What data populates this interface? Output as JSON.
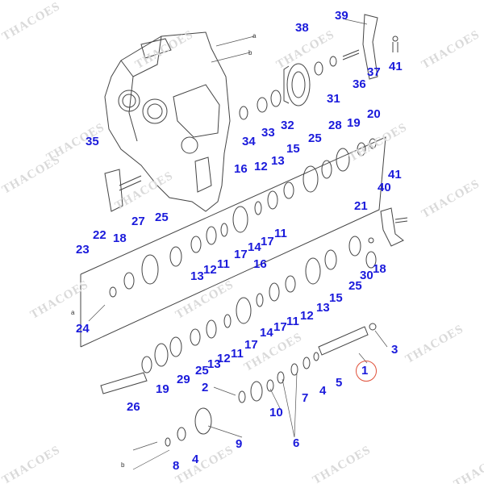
{
  "watermark": "THACOES",
  "highlight_color": "#e0513a",
  "callout_color": "#1a1adb",
  "highlighted_part": "1",
  "callouts": [
    {
      "id": "c39",
      "label": "39"
    },
    {
      "id": "c38",
      "label": "38"
    },
    {
      "id": "c37",
      "label": "37"
    },
    {
      "id": "c41a",
      "label": "41"
    },
    {
      "id": "c36",
      "label": "36"
    },
    {
      "id": "c31",
      "label": "31"
    },
    {
      "id": "c20",
      "label": "20"
    },
    {
      "id": "c35",
      "label": "35"
    },
    {
      "id": "c34",
      "label": "34"
    },
    {
      "id": "c33",
      "label": "33"
    },
    {
      "id": "c32",
      "label": "32"
    },
    {
      "id": "c28",
      "label": "28"
    },
    {
      "id": "c19a",
      "label": "19"
    },
    {
      "id": "c25a",
      "label": "25"
    },
    {
      "id": "c15a",
      "label": "15"
    },
    {
      "id": "c13a",
      "label": "13"
    },
    {
      "id": "c12a",
      "label": "12"
    },
    {
      "id": "c16a",
      "label": "16"
    },
    {
      "id": "c41b",
      "label": "41"
    },
    {
      "id": "c40",
      "label": "40"
    },
    {
      "id": "c21",
      "label": "21"
    },
    {
      "id": "c27",
      "label": "27"
    },
    {
      "id": "c25b",
      "label": "25"
    },
    {
      "id": "c22",
      "label": "22"
    },
    {
      "id": "c18a",
      "label": "18"
    },
    {
      "id": "c23",
      "label": "23"
    },
    {
      "id": "c17a",
      "label": "17"
    },
    {
      "id": "c14a",
      "label": "14"
    },
    {
      "id": "c11a",
      "label": "11"
    },
    {
      "id": "c13b",
      "label": "13"
    },
    {
      "id": "c12b",
      "label": "12"
    },
    {
      "id": "c11b",
      "label": "11"
    },
    {
      "id": "c17b",
      "label": "17"
    },
    {
      "id": "c16b",
      "label": "16"
    },
    {
      "id": "c30",
      "label": "30"
    },
    {
      "id": "c18b",
      "label": "18"
    },
    {
      "id": "c25c",
      "label": "25"
    },
    {
      "id": "c15b",
      "label": "15"
    },
    {
      "id": "c13c",
      "label": "13"
    },
    {
      "id": "c12c",
      "label": "12"
    },
    {
      "id": "c11c",
      "label": "11"
    },
    {
      "id": "c17c",
      "label": "17"
    },
    {
      "id": "c14b",
      "label": "14"
    },
    {
      "id": "c24",
      "label": "24"
    },
    {
      "id": "c17d",
      "label": "17"
    },
    {
      "id": "c11d",
      "label": "11"
    },
    {
      "id": "c12d",
      "label": "12"
    },
    {
      "id": "c13d",
      "label": "13"
    },
    {
      "id": "c25d",
      "label": "25"
    },
    {
      "id": "c29",
      "label": "29"
    },
    {
      "id": "c19b",
      "label": "19"
    },
    {
      "id": "c26",
      "label": "26"
    },
    {
      "id": "c3",
      "label": "3"
    },
    {
      "id": "c1",
      "label": "1"
    },
    {
      "id": "c5",
      "label": "5"
    },
    {
      "id": "c4a",
      "label": "4"
    },
    {
      "id": "c7",
      "label": "7"
    },
    {
      "id": "c2",
      "label": "2"
    },
    {
      "id": "c10",
      "label": "10"
    },
    {
      "id": "c6",
      "label": "6"
    },
    {
      "id": "c9",
      "label": "9"
    },
    {
      "id": "c8",
      "label": "8"
    },
    {
      "id": "c4b",
      "label": "4"
    }
  ],
  "ref_letters": [
    {
      "id": "la1",
      "label": "a"
    },
    {
      "id": "lb1",
      "label": "b"
    },
    {
      "id": "la2",
      "label": "a"
    },
    {
      "id": "lb2",
      "label": "b"
    }
  ]
}
